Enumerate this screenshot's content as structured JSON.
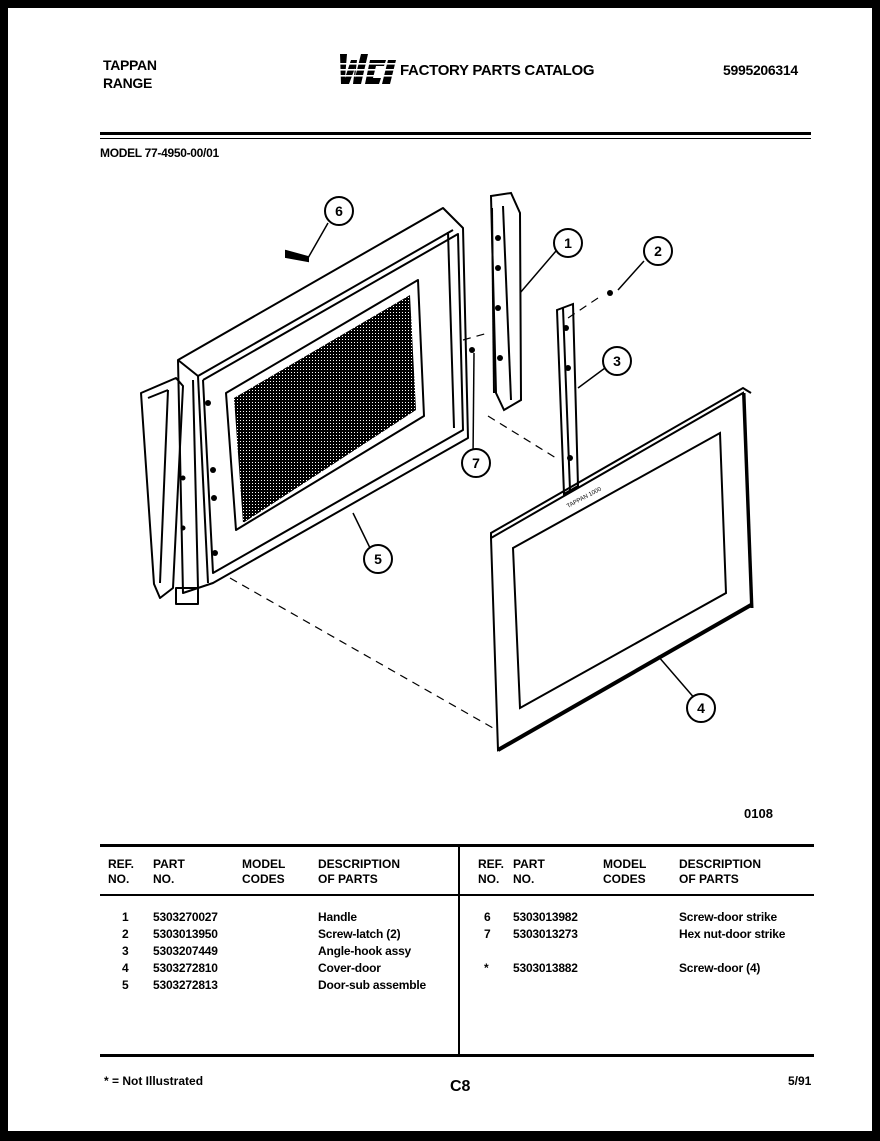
{
  "header": {
    "brand_line1": "TAPPAN",
    "brand_line2": "RANGE",
    "logo_text": "WCI",
    "catalog_title": "FACTORY PARTS CATALOG",
    "catalog_number": "5995206314",
    "model": "MODEL 77-4950-00/01"
  },
  "diagram": {
    "callouts": [
      "1",
      "2",
      "3",
      "4",
      "5",
      "6",
      "7"
    ],
    "figure_code": "0108",
    "sheet_label": "TAPPAN 1000"
  },
  "table": {
    "headers": {
      "ref_line1": "REF.",
      "ref_line2": "NO.",
      "part_line1": "PART",
      "part_line2": "NO.",
      "model_line1": "MODEL",
      "model_line2": "CODES",
      "desc_line1": "DESCRIPTION",
      "desc_line2": "OF PARTS"
    },
    "left_rows": [
      {
        "ref": "1",
        "part": "5303270027",
        "codes": "",
        "desc": "Handle"
      },
      {
        "ref": "2",
        "part": "5303013950",
        "codes": "",
        "desc": "Screw-latch (2)"
      },
      {
        "ref": "3",
        "part": "5303207449",
        "codes": "",
        "desc": "Angle-hook assy"
      },
      {
        "ref": "4",
        "part": "5303272810",
        "codes": "",
        "desc": "Cover-door"
      },
      {
        "ref": "5",
        "part": "5303272813",
        "codes": "",
        "desc": "Door-sub assemble"
      }
    ],
    "right_rows": [
      {
        "ref": "6",
        "part": "5303013982",
        "codes": "",
        "desc": "Screw-door strike"
      },
      {
        "ref": "7",
        "part": "5303013273",
        "codes": "",
        "desc": "Hex nut-door strike"
      },
      {
        "ref": "*",
        "part": "5303013882",
        "codes": "",
        "desc": "Screw-door (4)"
      }
    ]
  },
  "footer": {
    "note": "* = Not Illustrated",
    "page": "C8",
    "date": "5/91"
  }
}
